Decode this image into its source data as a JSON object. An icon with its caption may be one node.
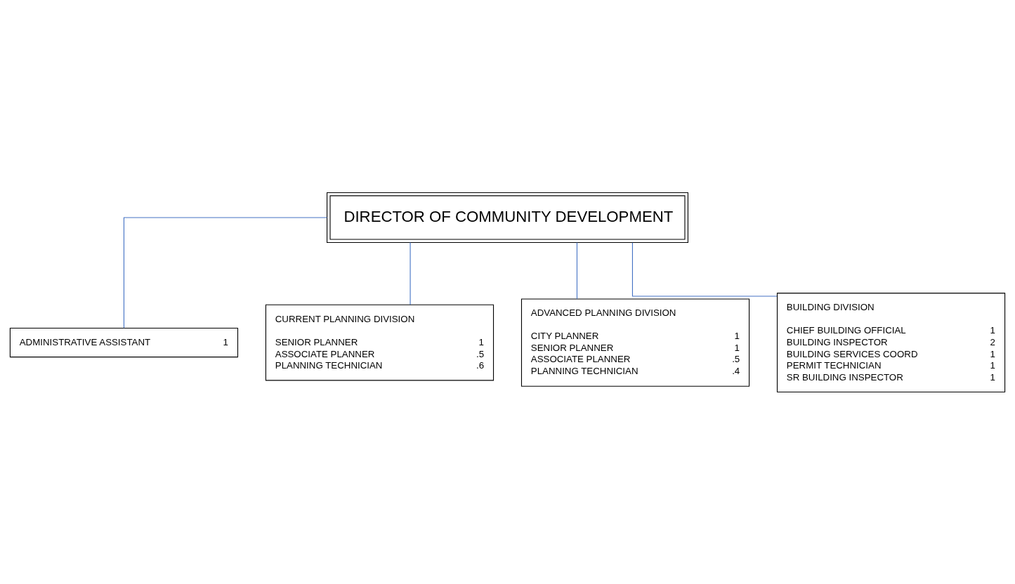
{
  "diagram": {
    "nodes": [
      {
        "text": [
          "DIRECTOR OF COMMUNITY DEVELOPMENT"
        ]
      },
      {
        "text": [
          "ADMINISTRATIVE ASSISTANT",
          "1"
        ]
      },
      {
        "text": [
          "CURRENT PLANNING DIVISION",
          "SENIOR PLANNER",
          "1",
          "ASSOCIATE PLANNER",
          ".5",
          "PLANNING TECHNICIAN",
          ".6"
        ]
      },
      {
        "text": [
          "ADVANCED PLANNING DIVISION",
          "CITY PLANNER",
          "1",
          "SENIOR PLANNER",
          "1",
          "ASSOCIATE PLANNER",
          ".5",
          "PLANNING TECHNICIAN",
          ".4"
        ]
      },
      {
        "text": [
          "BUILDING DIVISION",
          "CHIEF BUILDING OFFICIAL",
          "1",
          "BUILDING INSPECTOR",
          "2",
          "BUILDING SERVICES COORD",
          "1",
          "PERMIT TECHNICIAN",
          "1",
          "SR BUILDING INSPECTOR",
          "1"
        ]
      }
    ],
    "edges": [
      {
        "from": 0,
        "to": 1,
        "arrow": "none"
      },
      {
        "from": 0,
        "to": 2,
        "arrow": "none"
      },
      {
        "from": 0,
        "to": 3,
        "arrow": "none"
      },
      {
        "from": 0,
        "to": 4,
        "arrow": "none"
      }
    ]
  }
}
